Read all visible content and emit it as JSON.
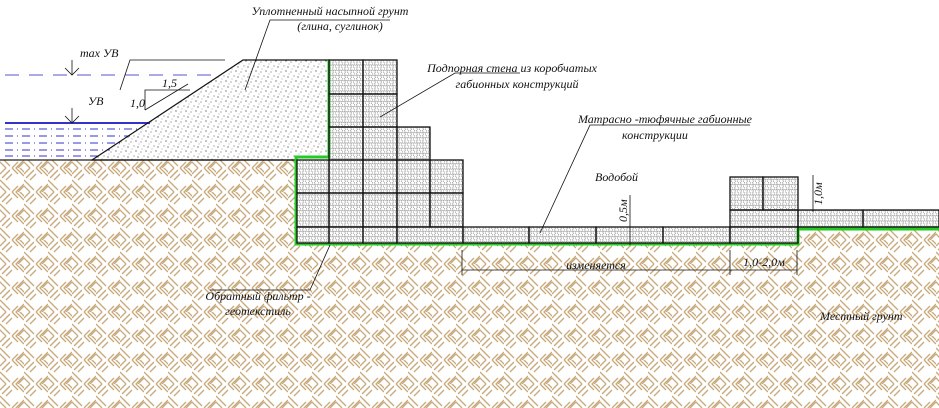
{
  "labels": {
    "fill_soil_line1": "Уплотненный насыпной грунт",
    "fill_soil_line2": "(глина, суглинок)",
    "max_water_level": "max УВ",
    "water_level": "УВ",
    "slope_horizontal": "1,5",
    "slope_vertical": "1,0",
    "retaining_wall_line1": "Подпорная стена из коробчатых",
    "retaining_wall_line2": "габионных конструкций",
    "mattress_line1": "Матрасно -тюфячные габионные",
    "mattress_line2": "конструкции",
    "apron": "Водобой",
    "mattress_thickness": "0,5м",
    "end_block_height": "1,0м",
    "variable_length": "изменяется",
    "end_block_length": "1,0-2,0м",
    "filter_line1": "Обратный фильтр -",
    "filter_line2": "геотекстиль",
    "local_soil": "Местный грунт"
  },
  "colors": {
    "geotextile": "#22cc22",
    "water": "#3333cc",
    "ground_hatch": "#c8a878"
  }
}
